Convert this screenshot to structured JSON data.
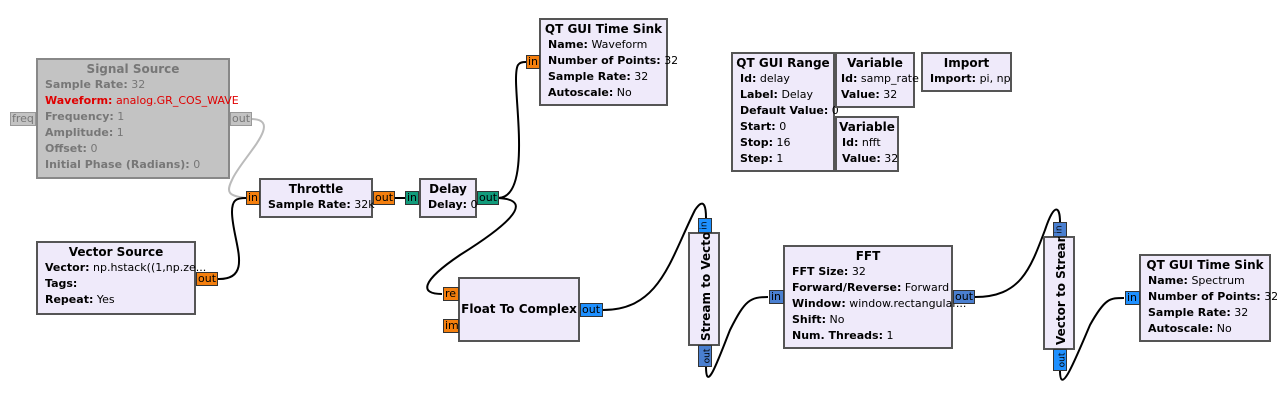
{
  "signal_source": {
    "title": "Signal Source",
    "params": [
      {
        "k": "Sample Rate:",
        "v": "32"
      },
      {
        "k": "Waveform:",
        "v": "analog.GR_COS_WAVE"
      },
      {
        "k": "Frequency:",
        "v": "1"
      },
      {
        "k": "Amplitude:",
        "v": "1"
      },
      {
        "k": "Offset:",
        "v": "0"
      },
      {
        "k": "Initial Phase (Radians):",
        "v": "0"
      }
    ],
    "port_in": "freq",
    "port_out": "out"
  },
  "vector_source": {
    "title": "Vector Source",
    "params": [
      {
        "k": "Vector:",
        "v": "np.hstack((1,np.ze..."
      },
      {
        "k": "Tags:",
        "v": ""
      },
      {
        "k": "Repeat:",
        "v": "Yes"
      }
    ],
    "port_out": "out"
  },
  "throttle": {
    "title": "Throttle",
    "params": [
      {
        "k": "Sample Rate:",
        "v": "32k"
      }
    ],
    "port_in": "in",
    "port_out": "out"
  },
  "delay": {
    "title": "Delay",
    "params": [
      {
        "k": "Delay:",
        "v": "0"
      }
    ],
    "port_in": "in",
    "port_out": "out"
  },
  "time_sink_1": {
    "title": "QT GUI Time Sink",
    "params": [
      {
        "k": "Name:",
        "v": "Waveform"
      },
      {
        "k": "Number of Points:",
        "v": "32"
      },
      {
        "k": "Sample Rate:",
        "v": "32"
      },
      {
        "k": "Autoscale:",
        "v": "No"
      }
    ],
    "port_in": "in"
  },
  "qt_range": {
    "title": "QT GUI Range",
    "params": [
      {
        "k": "Id:",
        "v": "delay"
      },
      {
        "k": "Label:",
        "v": "Delay"
      },
      {
        "k": "Default Value:",
        "v": "0"
      },
      {
        "k": "Start:",
        "v": "0"
      },
      {
        "k": "Stop:",
        "v": "16"
      },
      {
        "k": "Step:",
        "v": "1"
      }
    ]
  },
  "variable_1": {
    "title": "Variable",
    "params": [
      {
        "k": "Id:",
        "v": "samp_rate"
      },
      {
        "k": "Value:",
        "v": "32"
      }
    ]
  },
  "variable_2": {
    "title": "Variable",
    "params": [
      {
        "k": "Id:",
        "v": "nfft"
      },
      {
        "k": "Value:",
        "v": "32"
      }
    ]
  },
  "import_block": {
    "title": "Import",
    "params": [
      {
        "k": "Import:",
        "v": "pi, np"
      }
    ]
  },
  "float_to_complex": {
    "title": "Float To Complex",
    "port_re": "re",
    "port_im": "im",
    "port_out": "out"
  },
  "stream_to_vector": {
    "title": "Stream to Vector",
    "port_in": "in",
    "port_out": "out"
  },
  "fft": {
    "title": "FFT",
    "params": [
      {
        "k": "FFT Size:",
        "v": "32"
      },
      {
        "k": "Forward/Reverse:",
        "v": "Forward"
      },
      {
        "k": "Window:",
        "v": "window.rectangular..."
      },
      {
        "k": "Shift:",
        "v": "No"
      },
      {
        "k": "Num. Threads:",
        "v": "1"
      }
    ],
    "port_in": "in",
    "port_out": "out"
  },
  "vector_to_stream": {
    "title": "Vector to Stream",
    "port_in": "in",
    "port_out": "out"
  },
  "time_sink_2": {
    "title": "QT GUI Time Sink",
    "params": [
      {
        "k": "Name:",
        "v": "Spectrum"
      },
      {
        "k": "Number of Points:",
        "v": "32"
      },
      {
        "k": "Sample Rate:",
        "v": "32"
      },
      {
        "k": "Autoscale:",
        "v": "No"
      }
    ],
    "port_in": "in"
  },
  "colors": {
    "block_bg": "#efeafa",
    "disabled_bg": "#c3c3c3",
    "float_port": "#f47f0e",
    "complex_port": "#1e90ff",
    "byte_port": "#119b7b",
    "error_text": "#e00000"
  }
}
